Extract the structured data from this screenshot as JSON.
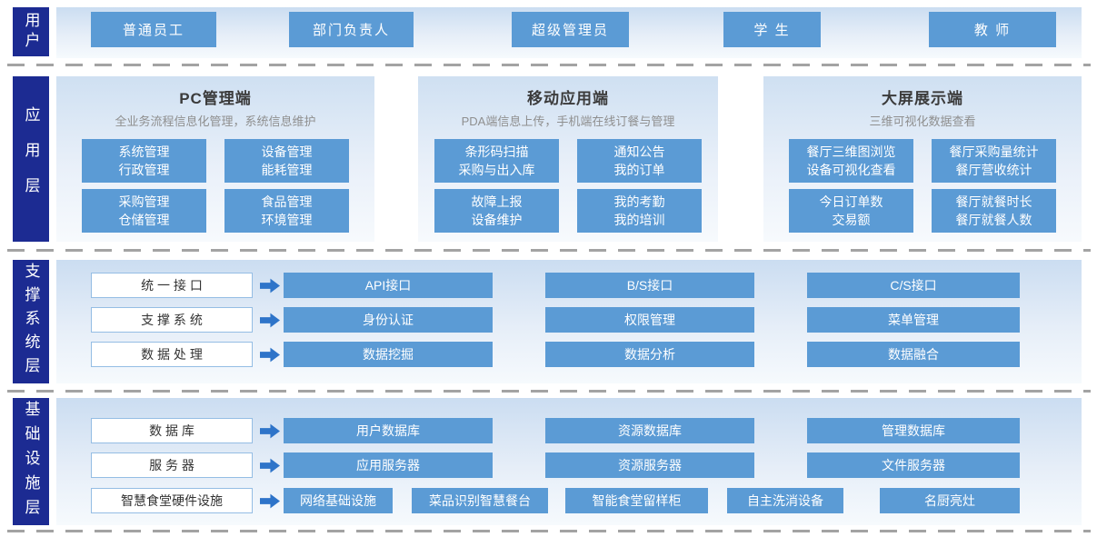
{
  "colors": {
    "layer_label_bg": "#1c2b92",
    "box_blue": "#5b9bd5",
    "arrow_blue": "#2e74c9",
    "band_top": "#cbddf1",
    "white_box_border": "#94bde4",
    "separator_gray": "#a3a3a3"
  },
  "users_layer": {
    "label": "用户",
    "items": [
      "普通员工",
      "部门负责人",
      "超级管理员",
      "学 生",
      "教 师"
    ]
  },
  "application_layer": {
    "label": "应用层",
    "panels": [
      {
        "title": "PC管理端",
        "subtitle": "全业务流程信息化管理，系统信息维护",
        "cards": [
          {
            "line1": "系统管理",
            "line2": "行政管理"
          },
          {
            "line1": "设备管理",
            "line2": "能耗管理"
          },
          {
            "line1": "采购管理",
            "line2": "仓储管理"
          },
          {
            "line1": "食品管理",
            "line2": "环境管理"
          }
        ]
      },
      {
        "title": "移动应用端",
        "subtitle": "PDA端信息上传，手机端在线订餐与管理",
        "cards": [
          {
            "line1": "条形码扫描",
            "line2": "采购与出入库"
          },
          {
            "line1": "通知公告",
            "line2": "我的订单"
          },
          {
            "line1": "故障上报",
            "line2": "设备维护"
          },
          {
            "line1": "我的考勤",
            "line2": "我的培训"
          }
        ]
      },
      {
        "title": "大屏展示端",
        "subtitle": "三维可视化数据查看",
        "cards": [
          {
            "line1": "餐厅三维图浏览",
            "line2": "设备可视化查看"
          },
          {
            "line1": "餐厅采购量统计",
            "line2": "餐厅营收统计"
          },
          {
            "line1": "今日订单数",
            "line2": "交易额"
          },
          {
            "line1": "餐厅就餐时长",
            "line2": "餐厅就餐人数"
          }
        ]
      }
    ]
  },
  "support_layer": {
    "label": "支撑系统层",
    "rows": [
      {
        "category": "统 一 接 口",
        "items": [
          "API接口",
          "B/S接口",
          "C/S接口"
        ]
      },
      {
        "category": "支 撑 系 统",
        "items": [
          "身份认证",
          "权限管理",
          "菜单管理"
        ]
      },
      {
        "category": "数 据 处 理",
        "items": [
          "数据挖掘",
          "数据分析",
          "数据融合"
        ]
      }
    ]
  },
  "infrastructure_layer": {
    "label": "基础设施层",
    "rows": [
      {
        "category": "数 据 库",
        "items": [
          "用户数据库",
          "资源数据库",
          "管理数据库"
        ]
      },
      {
        "category": "服 务 器",
        "items": [
          "应用服务器",
          "资源服务器",
          "文件服务器"
        ]
      },
      {
        "category": "智慧食堂硬件设施",
        "items": [
          "网络基础设施",
          "菜品识别智慧餐台",
          "智能食堂留样柜",
          "自主洗消设备",
          "名厨亮灶"
        ]
      }
    ]
  }
}
